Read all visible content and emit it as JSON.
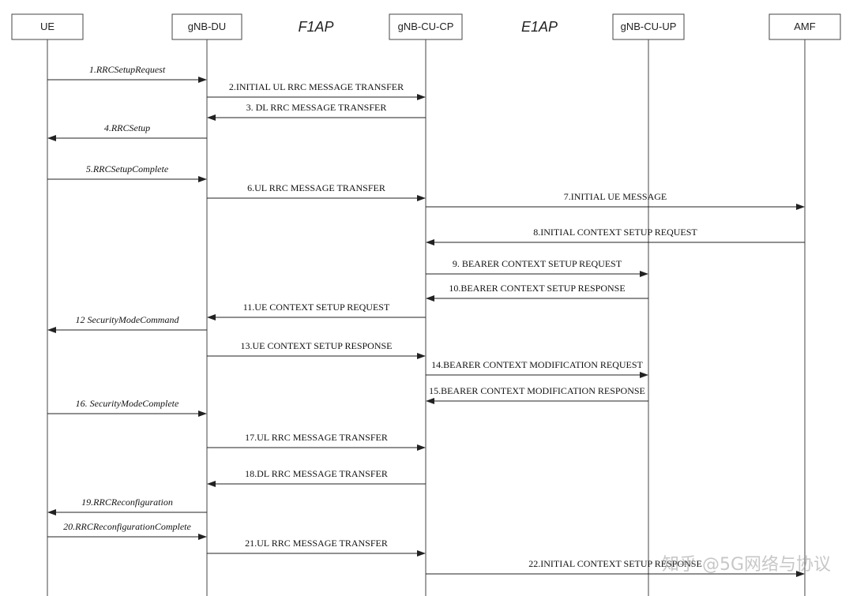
{
  "entities": [
    {
      "id": "ue",
      "label": "UE"
    },
    {
      "id": "du",
      "label": "gNB-DU"
    },
    {
      "id": "cucp",
      "label": "gNB-CU-CP"
    },
    {
      "id": "cuup",
      "label": "gNB-CU-UP"
    },
    {
      "id": "amf",
      "label": "AMF"
    }
  ],
  "protocols": [
    {
      "id": "f1ap",
      "label": "F1AP"
    },
    {
      "id": "e1ap",
      "label": "E1AP"
    }
  ],
  "messages": [
    {
      "from": "ue",
      "to": "du",
      "label": "1.RRCSetupRequest",
      "italic": true
    },
    {
      "from": "du",
      "to": "cucp",
      "label": "2.INITIAL UL RRC MESSAGE TRANSFER",
      "italic": false
    },
    {
      "from": "cucp",
      "to": "du",
      "label": "3. DL RRC MESSAGE TRANSFER",
      "italic": false
    },
    {
      "from": "du",
      "to": "ue",
      "label": "4.RRCSetup",
      "italic": true
    },
    {
      "from": "ue",
      "to": "du",
      "label": "5.RRCSetupComplete",
      "italic": true
    },
    {
      "from": "du",
      "to": "cucp",
      "label": "6.UL RRC MESSAGE TRANSFER",
      "italic": false
    },
    {
      "from": "cucp",
      "to": "amf",
      "label": "7.INITIAL UE MESSAGE",
      "italic": false
    },
    {
      "from": "amf",
      "to": "cucp",
      "label": "8.INITIAL CONTEXT SETUP REQUEST",
      "italic": false
    },
    {
      "from": "cucp",
      "to": "cuup",
      "label": "9. BEARER CONTEXT SETUP REQUEST",
      "italic": false
    },
    {
      "from": "cuup",
      "to": "cucp",
      "label": "10.BEARER CONTEXT SETUP RESPONSE",
      "italic": false
    },
    {
      "from": "cucp",
      "to": "du",
      "label": "11.UE CONTEXT SETUP REQUEST",
      "italic": false
    },
    {
      "from": "du",
      "to": "ue",
      "label": "12 SecurityModeCommand",
      "italic": true
    },
    {
      "from": "du",
      "to": "cucp",
      "label": "13.UE CONTEXT SETUP RESPONSE",
      "italic": false
    },
    {
      "from": "cucp",
      "to": "cuup",
      "label": "14.BEARER CONTEXT MODIFICATION REQUEST",
      "italic": false
    },
    {
      "from": "cuup",
      "to": "cucp",
      "label": "15.BEARER CONTEXT MODIFICATION RESPONSE",
      "italic": false
    },
    {
      "from": "ue",
      "to": "du",
      "label": "16. SecurityModeComplete",
      "italic": true
    },
    {
      "from": "du",
      "to": "cucp",
      "label": "17.UL RRC MESSAGE TRANSFER",
      "italic": false
    },
    {
      "from": "cucp",
      "to": "du",
      "label": "18.DL RRC MESSAGE TRANSFER",
      "italic": false
    },
    {
      "from": "du",
      "to": "ue",
      "label": "19.RRCReconfiguration",
      "italic": true
    },
    {
      "from": "ue",
      "to": "du",
      "label": "20.RRCReconfigurationComplete",
      "italic": true
    },
    {
      "from": "du",
      "to": "cucp",
      "label": "21.UL RRC MESSAGE TRANSFER",
      "italic": false
    },
    {
      "from": "cucp",
      "to": "amf",
      "label": "22.INITIAL CONTEXT SETUP RESPONSE",
      "italic": false
    }
  ],
  "watermark": "知乎 @5G网络与协议"
}
